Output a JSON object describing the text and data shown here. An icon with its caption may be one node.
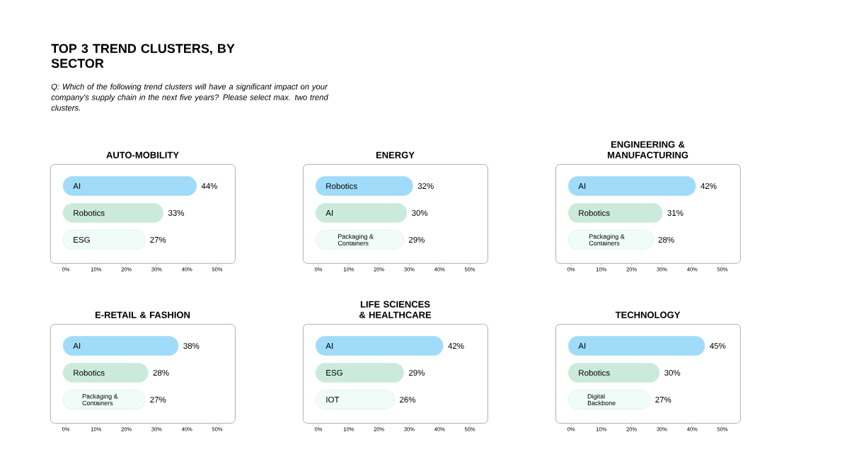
{
  "diagram": {
    "title": "TOP 3 TREND CLUSTERS, BY SECTOR",
    "caption": "Q: Which of the following trend clusters will have a significant impact on your company's supply chain in the next five years? Please select max. two trend clusters.",
    "nodes": [
      {
        "text": [
          "AUTO-MOBILITY"
        ]
      },
      {
        "text": [
          "AI"
        ],
        "in": 0,
        "beside": [
          "44%"
        ]
      },
      {
        "text": [
          "Robotics"
        ],
        "in": 0,
        "beside": [
          "33%"
        ]
      },
      {
        "text": [
          "ESG"
        ],
        "in": 0,
        "beside": [
          "27%"
        ]
      },
      {
        "text": [
          "ENERGY"
        ]
      },
      {
        "text": [
          "Robotics"
        ],
        "in": 4,
        "beside": [
          "32%"
        ]
      },
      {
        "text": [
          "AI"
        ],
        "in": 4,
        "beside": [
          "30%"
        ]
      },
      {
        "text": [
          "Packaging & Containers"
        ],
        "in": 4,
        "beside": [
          "29%"
        ]
      },
      {
        "text": [
          "ENGINEERING & MANUFACTURING"
        ]
      },
      {
        "text": [
          "AI"
        ],
        "in": 8,
        "beside": [
          "42%"
        ]
      },
      {
        "text": [
          "Robotics"
        ],
        "in": 8,
        "beside": [
          "31%"
        ]
      },
      {
        "text": [
          "Packaging & Containers"
        ],
        "in": 8,
        "beside": [
          "28%"
        ]
      },
      {
        "text": [
          "E-RETAIL & FASHION"
        ]
      },
      {
        "text": [
          "AI"
        ],
        "in": 12,
        "beside": [
          "38%"
        ]
      },
      {
        "text": [
          "Robotics"
        ],
        "in": 12,
        "beside": [
          "28%"
        ]
      },
      {
        "text": [
          "Packaging & Containers"
        ],
        "in": 12,
        "beside": [
          "27%"
        ]
      },
      {
        "text": [
          "LIFE SCIENCES & HEALTHCARE"
        ]
      },
      {
        "text": [
          "AI"
        ],
        "in": 16,
        "beside": [
          "42%"
        ]
      },
      {
        "text": [
          "ESG"
        ],
        "in": 16,
        "beside": [
          "29%"
        ]
      },
      {
        "text": [
          "IOT"
        ],
        "in": 16,
        "beside": [
          "26%"
        ]
      },
      {
        "text": [
          "TECHNOLOGY"
        ]
      },
      {
        "text": [
          "AI"
        ],
        "in": 20,
        "beside": [
          "45%"
        ]
      },
      {
        "text": [
          "Robotics"
        ],
        "in": 20,
        "beside": [
          "30%"
        ]
      },
      {
        "text": [
          "Digital Backbone"
        ],
        "in": 20,
        "beside": [
          "27%"
        ]
      }
    ],
    "labels": [
      "0%",
      "10%",
      "20%",
      "30%",
      "40%",
      "50%",
      "0%",
      "10%",
      "20%",
      "30%",
      "40%",
      "50%",
      "0%",
      "10%",
      "20%",
      "30%",
      "40%",
      "50%",
      "0%",
      "10%",
      "20%",
      "30%",
      "40%",
      "50%",
      "0%",
      "10%",
      "20%",
      "30%",
      "40%",
      "50%",
      "0%",
      "10%",
      "20%",
      "30%",
      "40%",
      "50%"
    ]
  }
}
